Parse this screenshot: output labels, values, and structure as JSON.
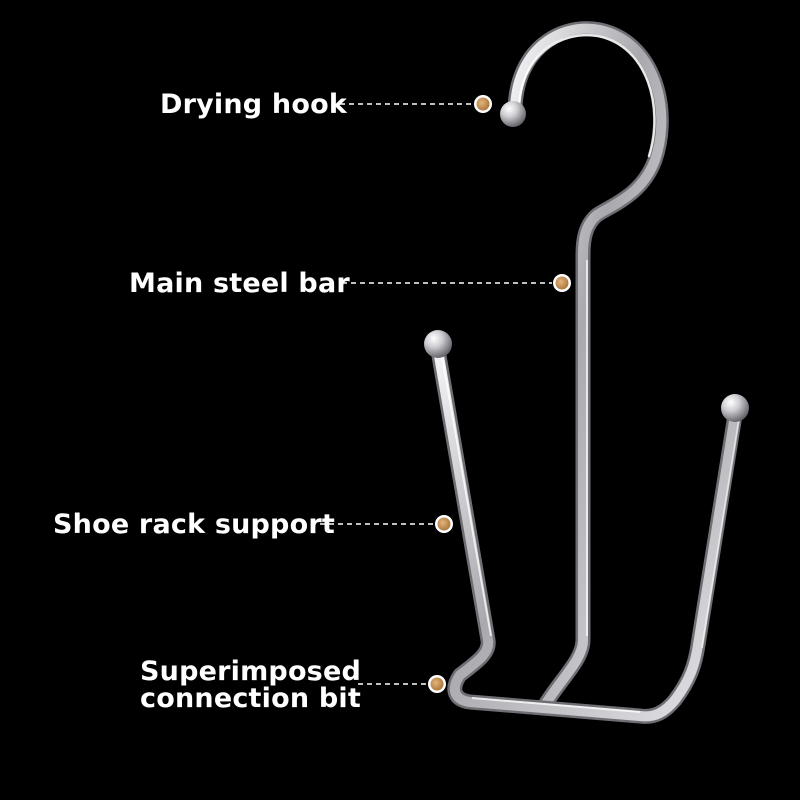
{
  "labels": {
    "drying_hook": "Drying hook",
    "main_steel_bar": "Main steel bar",
    "shoe_rack_support": "Shoe rack support",
    "connection_bit_line1": "Superimposed",
    "connection_bit_line2": "connection bit"
  },
  "colors": {
    "background": "#000000",
    "label_text": "#ffffff",
    "leader_line": "#ffffff",
    "marker_dot": "#c8965a",
    "steel": "#c9c9cd"
  }
}
